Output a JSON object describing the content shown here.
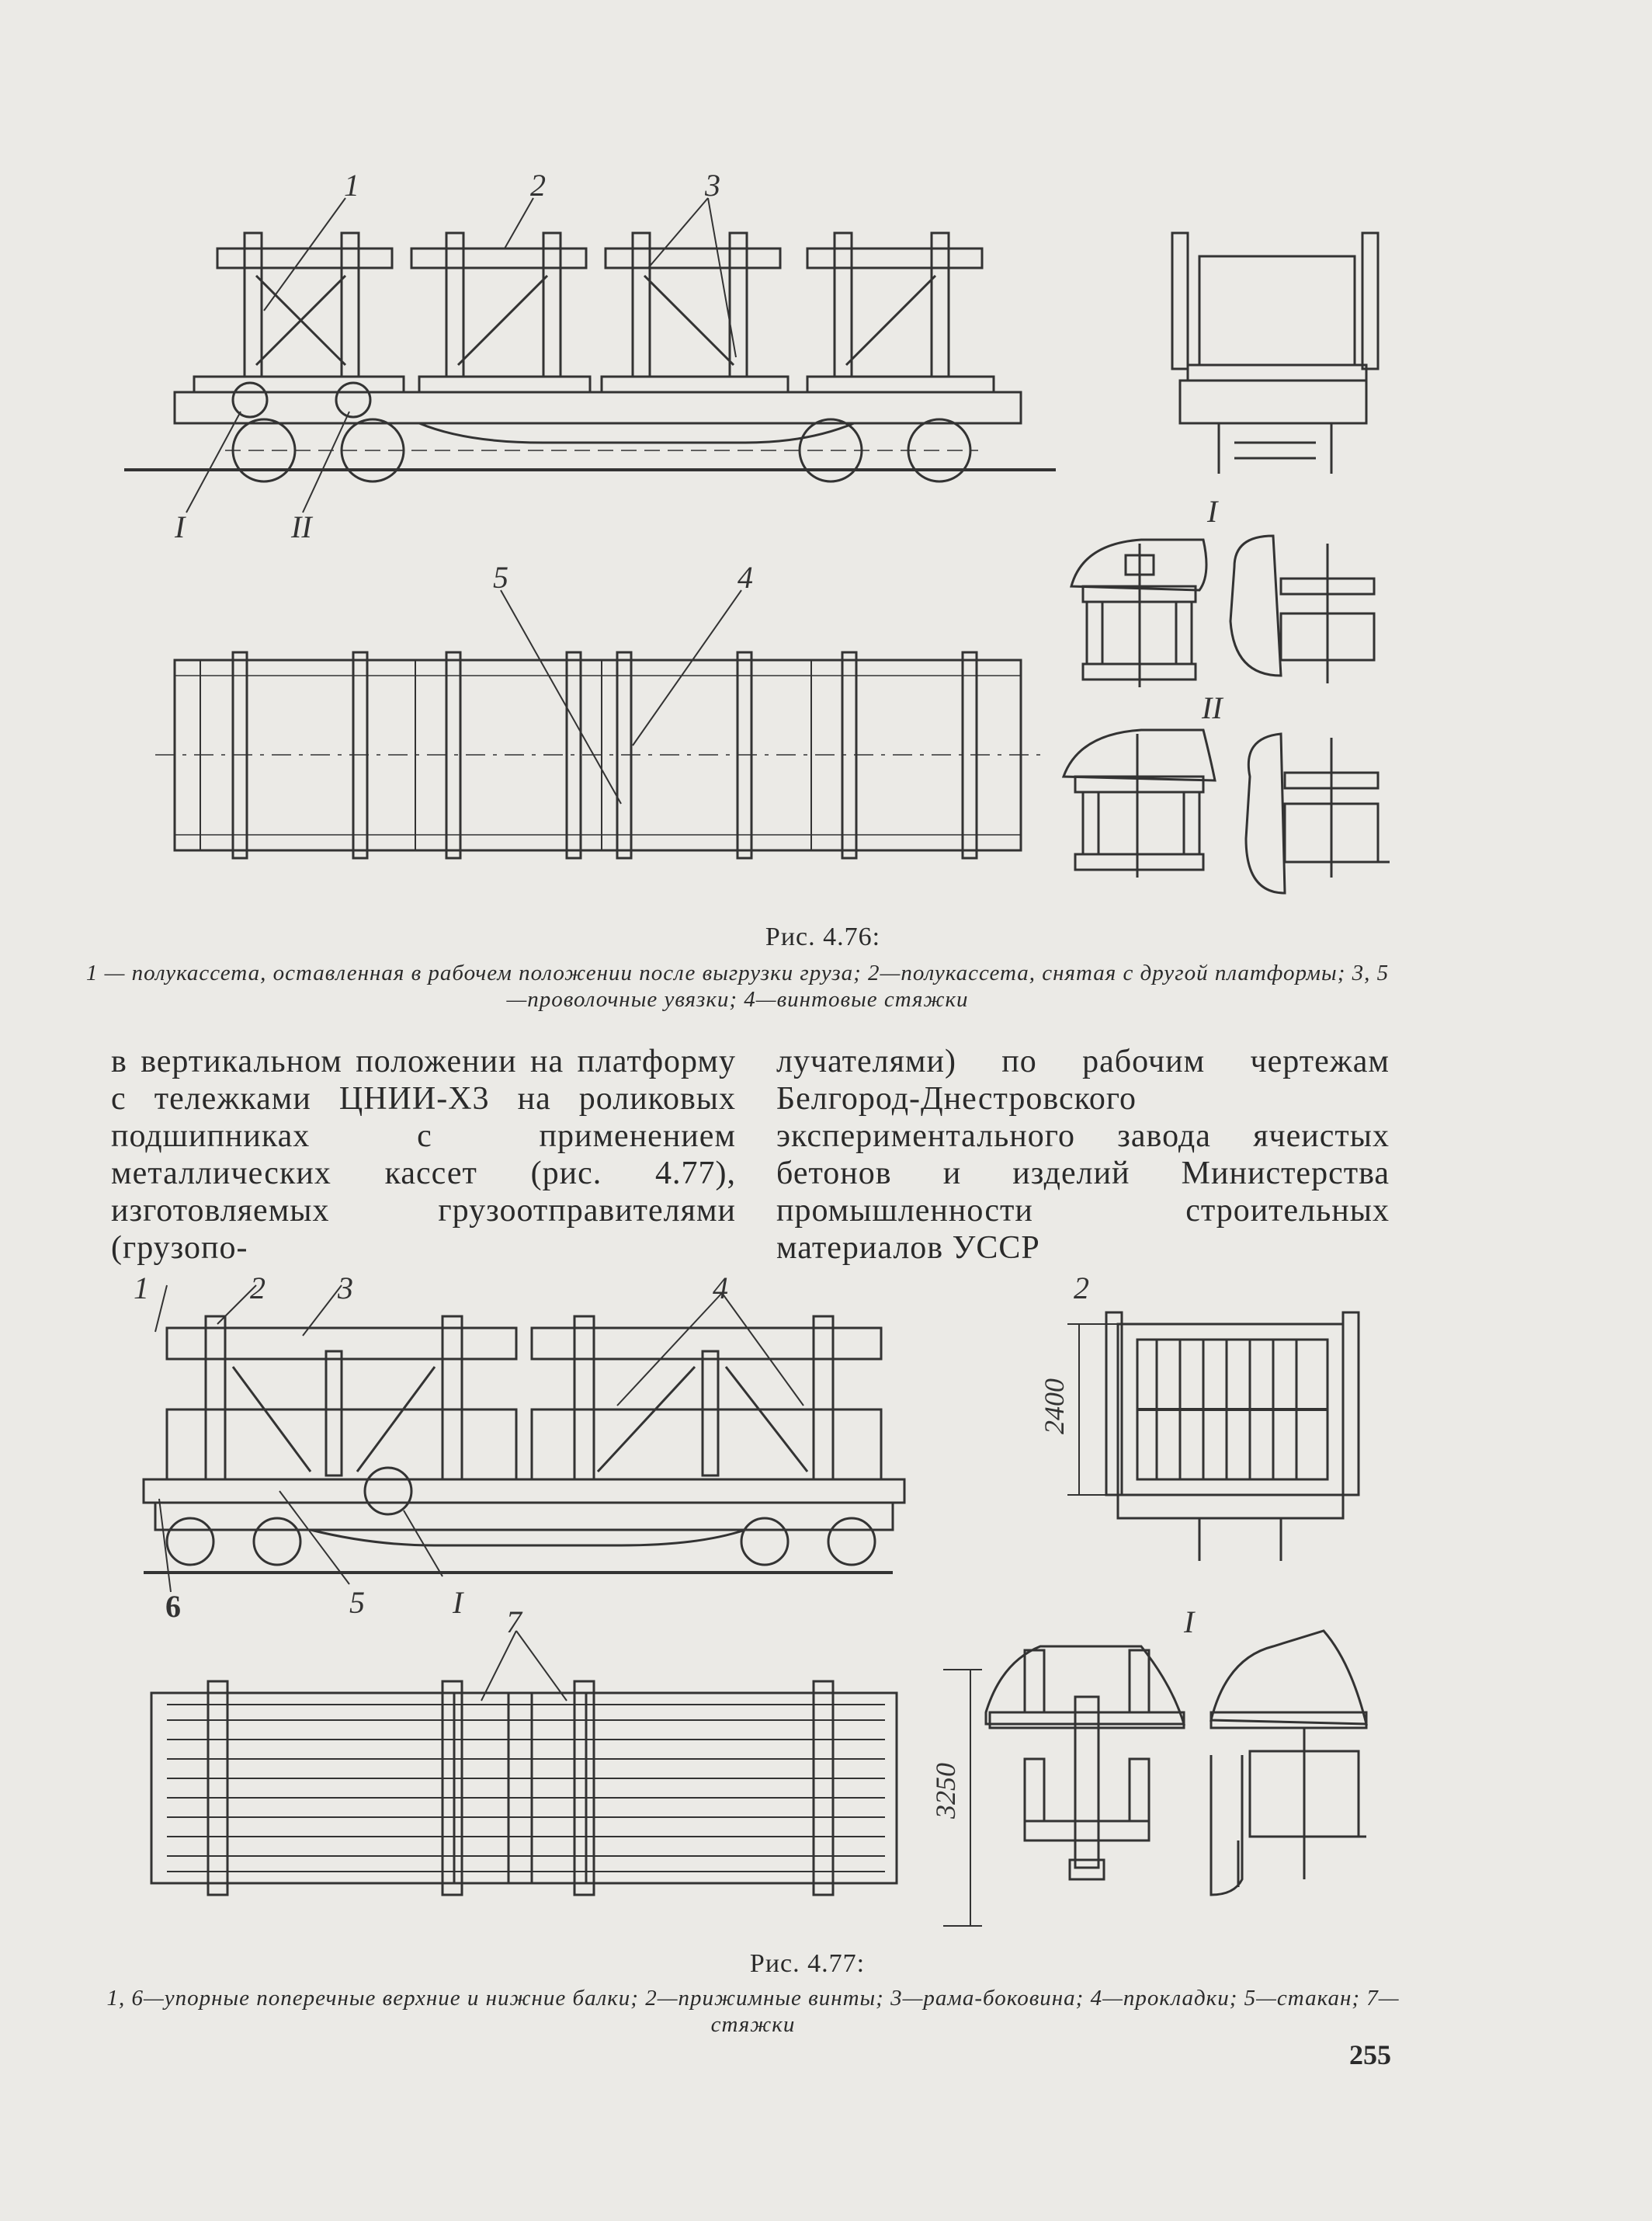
{
  "fig476": {
    "labels": {
      "l1": "1",
      "l2": "2",
      "l3": "3",
      "l4": "4",
      "l5": "5",
      "lI": "I",
      "lII": "II",
      "dI": "I",
      "dII": "II"
    },
    "title": "Рис. 4.76:",
    "caption": "1 — полукассета, оставленная в рабочем положении после выгрузки груза; 2—полукассета, снятая с другой платформы; 3, 5—проволочные увязки; 4—винтовые стяжки"
  },
  "body": {
    "left": "в вертикальном положении на платформу с тележками ЦНИИ-Х3 на роликовых подшипниках с применением металлических кассет (рис. 4.77), изготовляемых грузоотправителями (грузопо-",
    "right": "лучателями) по рабочим чертежам Белгород-Днестровского экспериментального завода ячеистых бетонов и изделий Министерства промышленности строительных материалов УССР"
  },
  "fig477": {
    "labels": {
      "l1": "1",
      "l2": "2",
      "l3": "3",
      "l4": "4",
      "l5": "5",
      "l6": "6",
      "lI": "I",
      "l7": "7",
      "r2": "2",
      "dI": "I"
    },
    "dims": {
      "h": "2400",
      "w": "3250"
    },
    "title": "Рис. 4.77:",
    "caption": "1, 6—упорные поперечные верхние и нижние балки; 2—прижимные винты; 3—рама-боковина; 4—прокладки; 5—стакан; 7—стяжки"
  },
  "page_number": "255"
}
